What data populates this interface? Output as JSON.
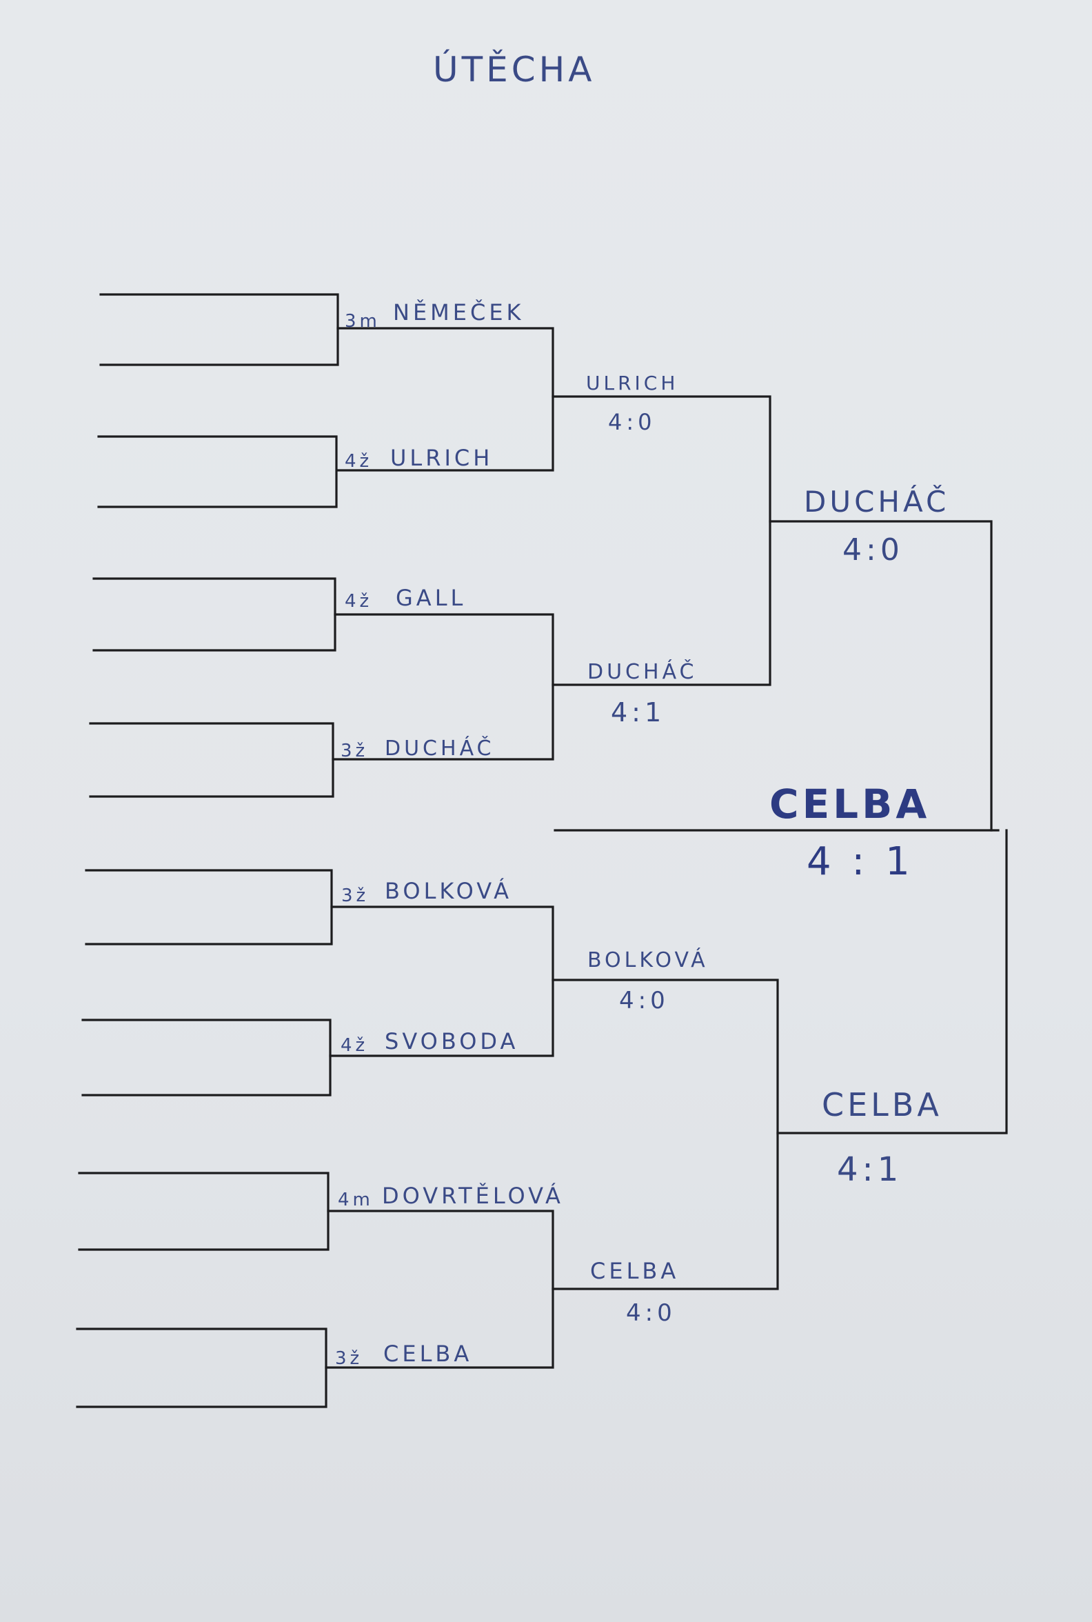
{
  "title": "ÚTĚCHA",
  "round1": [
    {
      "seed": "3m",
      "name": "NĚMEČEK"
    },
    {
      "seed": "4ž",
      "name": "ULRICH"
    },
    {
      "seed": "4ž",
      "name": "GALL"
    },
    {
      "seed": "3ž",
      "name": "DUCHÁČ"
    },
    {
      "seed": "3ž",
      "name": "BOLKOVÁ"
    },
    {
      "seed": "4ž",
      "name": "SVOBODA"
    },
    {
      "seed": "4m",
      "name": "DOVRTĚLOVÁ"
    },
    {
      "seed": "3ž",
      "name": "CELBA"
    }
  ],
  "round2": [
    {
      "name": "ULRICH",
      "score": "4:0"
    },
    {
      "name": "DUCHÁČ",
      "score": "4:1"
    },
    {
      "name": "BOLKOVÁ",
      "score": "4:0"
    },
    {
      "name": "CELBA",
      "score": "4:0"
    }
  ],
  "round3": [
    {
      "name": "DUCHÁČ",
      "score": "4:0"
    },
    {
      "name": "CELBA",
      "score": "4:1"
    }
  ],
  "final": {
    "name": "CELBA",
    "score": "4 : 1"
  },
  "colors": {
    "ink": "#3a4a86",
    "line": "#1c1c1e",
    "paper": "#e4e7eb"
  }
}
